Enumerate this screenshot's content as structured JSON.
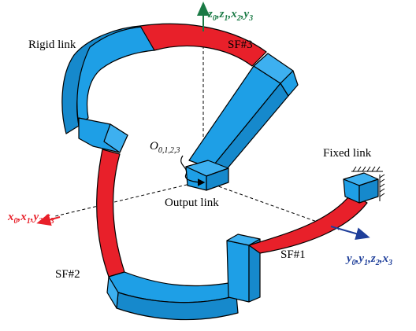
{
  "labels": {
    "rigid_link": "Rigid link",
    "fixed_link": "Fixed link",
    "output_link": "Output link",
    "sf1": "SF#1",
    "sf2": "SF#2",
    "sf3": "SF#3"
  },
  "origin": {
    "base": "O",
    "sub": "0,1,2,3"
  },
  "axes": {
    "z_axis": {
      "text": "z0,z1,x2,y3",
      "color": "#1a7a45"
    },
    "x_axis": {
      "text": "x0,x1,y2,z3",
      "color": "#e8202a"
    },
    "y_axis": {
      "text": "y0,y1,z2,x3",
      "color": "#1f3f9a"
    }
  },
  "colors": {
    "rigid": "#1e9fe6",
    "flexure": "#e8202a"
  }
}
